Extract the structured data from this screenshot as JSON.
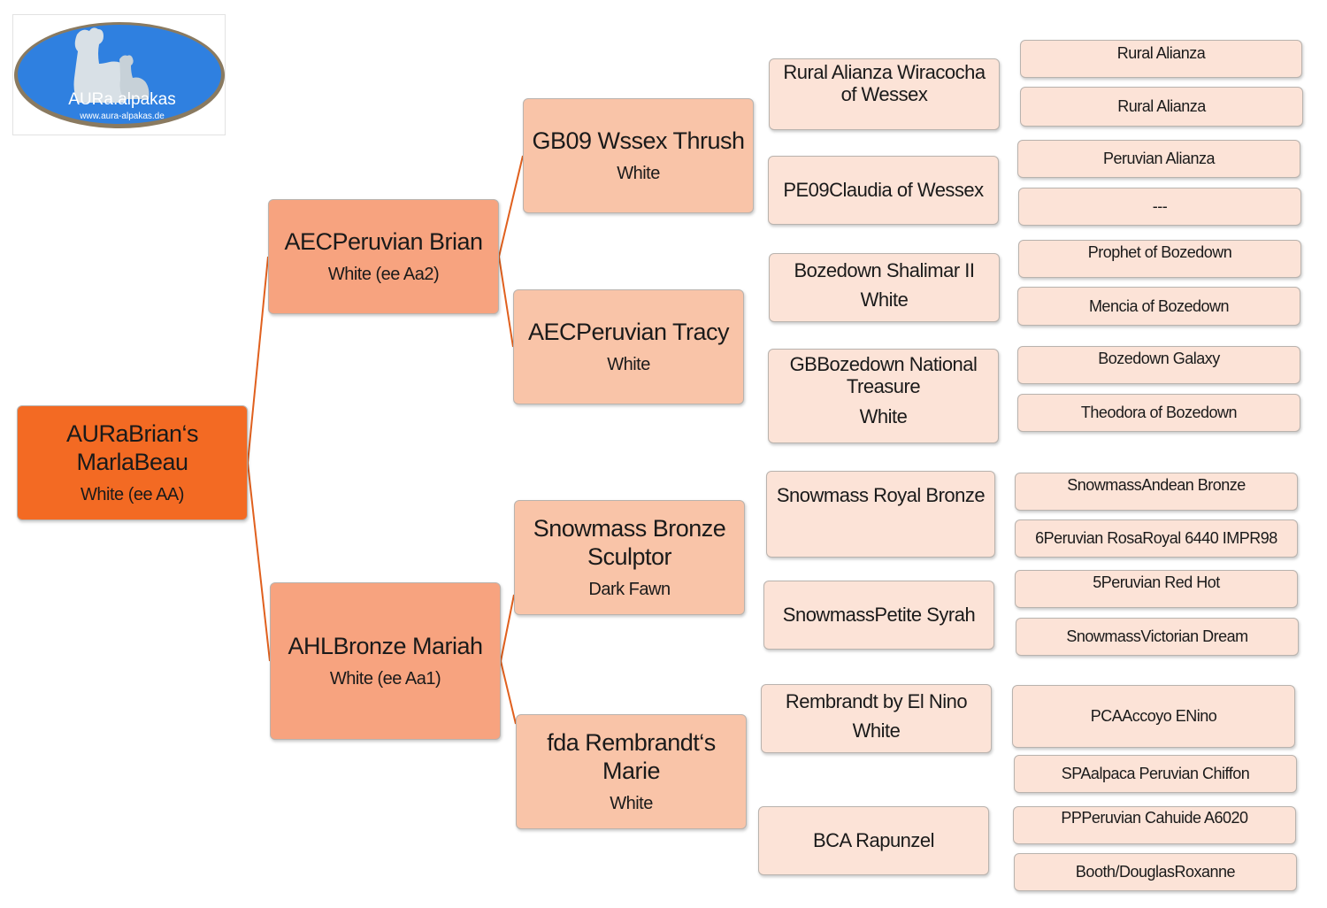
{
  "logo": {
    "brand": "AURa.alpakas",
    "url": "www.aura-alpakas.de",
    "colors": {
      "oval": "#2f80e0",
      "ring": "#8a7a60",
      "silhouette": "#d8e0e6"
    },
    "icon": "alpaca-silhouette-icon"
  },
  "colors": {
    "gen0": "#f36a23",
    "gen1": "#f7a37f",
    "gen2": "#f9c4a8",
    "gen3": "#fce3d7",
    "connector": "#e0601e"
  },
  "pedigree": {
    "self": {
      "name": "AURaBrian‘s MarlaBeau",
      "color": "White  (ee AA)"
    },
    "sire": {
      "name": "AECPeruvian  Brian",
      "color": "White  (ee Aa2)"
    },
    "dam": {
      "name": "AHLBronze Mariah",
      "color": "White  (ee Aa1)"
    },
    "sire_sire": {
      "name": "GB09 Wssex Thrush",
      "color": "White"
    },
    "sire_dam": {
      "name": "AECPeruvian   Tracy",
      "color": "White"
    },
    "dam_sire": {
      "name": "Snowmass Bronze Sculptor",
      "color": "Dark Fawn"
    },
    "dam_dam": {
      "name": "fda Rembrandt‘s Marie",
      "color": "White"
    },
    "g3": [
      {
        "name": "Rural Alianza Wiracocha of Wessex",
        "color": ""
      },
      {
        "name": "PE09Claudia  of  Wessex",
        "color": ""
      },
      {
        "name": "Bozedown Shalimar II",
        "color": "White"
      },
      {
        "name": "GBBozedown National Treasure",
        "color": "White"
      },
      {
        "name": "Snowmass Royal Bronze",
        "color": ""
      },
      {
        "name": "SnowmassPetite  Syrah",
        "color": ""
      },
      {
        "name": "Rembrandt by El Nino",
        "color": "White"
      },
      {
        "name": "BCA Rapunzel",
        "color": ""
      }
    ],
    "g4": [
      "Rural Alianza",
      "Rural Alianza",
      "Peruvian Alianza",
      "---",
      "Prophet of Bozedown",
      "Mencia of Bozedown",
      "Bozedown Galaxy",
      "Theodora of Bozedown",
      "SnowmassAndean Bronze",
      "6Peruvian  RosaRoyal 6440 IMPR98",
      "5Peruvian  Red Hot",
      "SnowmassVictorian  Dream",
      "PCAAccoyo  ENino",
      "SPAalpaca Peruvian Chiffon",
      "PPPeruvian Cahuide A6020",
      "Booth/DouglasRoxanne"
    ]
  }
}
